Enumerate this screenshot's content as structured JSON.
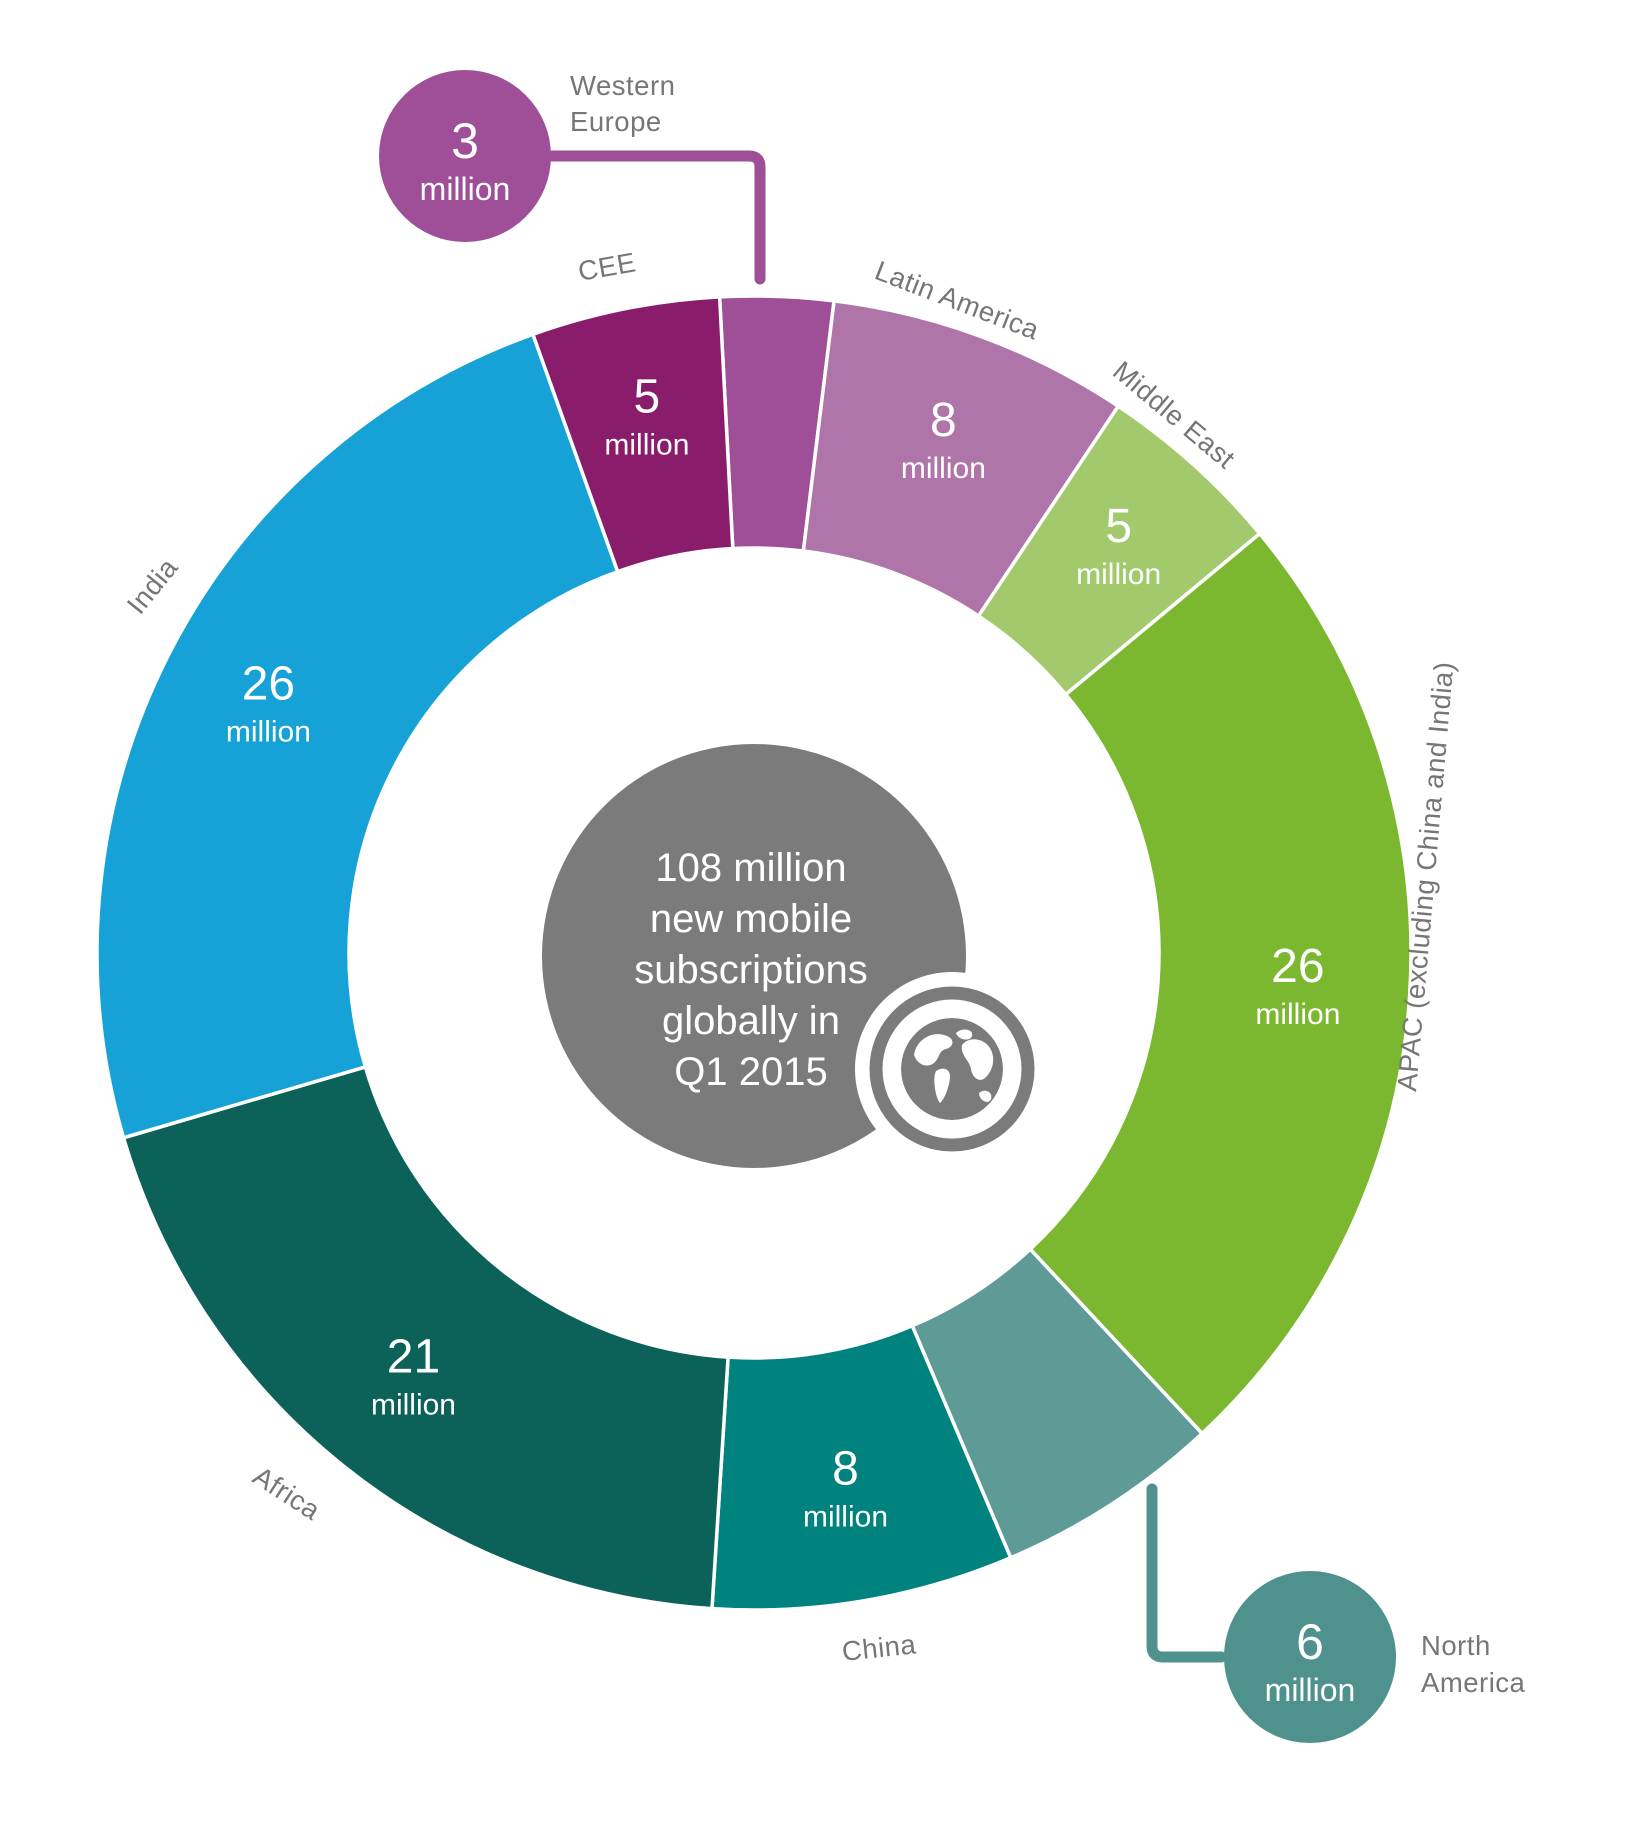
{
  "center": {
    "lines": [
      "108 million",
      "new mobile",
      "subscriptions",
      "globally in",
      "Q1 2015"
    ]
  },
  "chart_data": {
    "type": "pie",
    "title": "108 million new mobile subscriptions globally in Q1 2015",
    "unit_word": "million",
    "total": 108,
    "start_angle_deg": -3,
    "clockwise": true,
    "center_circle_color": "#7B7B7B",
    "center_text_color": "#FFFFFF",
    "region_label_color": "#767676",
    "separator_color": "#FFFFFF",
    "segments": [
      {
        "id": "western-europe",
        "label": "Western Europe",
        "value": 3,
        "color": "#9E4F97",
        "display": "callout",
        "bubble_color": "#9E4F97"
      },
      {
        "id": "latin-america",
        "label": "Latin America",
        "value": 8,
        "color": "#AF75A9",
        "display": "inline"
      },
      {
        "id": "middle-east",
        "label": "Middle East",
        "value": 5,
        "color": "#A2C96B",
        "display": "inline"
      },
      {
        "id": "apac",
        "label": "APAC (excluding China and India)",
        "value": 26,
        "color": "#7CB82F",
        "display": "inline"
      },
      {
        "id": "north-america",
        "label": "North America",
        "value": 6,
        "color": "#5E9A96",
        "display": "callout",
        "bubble_color": "#4E918D"
      },
      {
        "id": "china",
        "label": "China",
        "value": 8,
        "color": "#00827E",
        "display": "inline"
      },
      {
        "id": "africa",
        "label": "Africa",
        "value": 21,
        "color": "#0C6159",
        "display": "inline"
      },
      {
        "id": "india",
        "label": "India",
        "value": 26,
        "color": "#16A2D6",
        "display": "inline"
      },
      {
        "id": "cee",
        "label": "CEE",
        "value": 5,
        "color": "#8A1C6C",
        "display": "inline"
      }
    ]
  }
}
